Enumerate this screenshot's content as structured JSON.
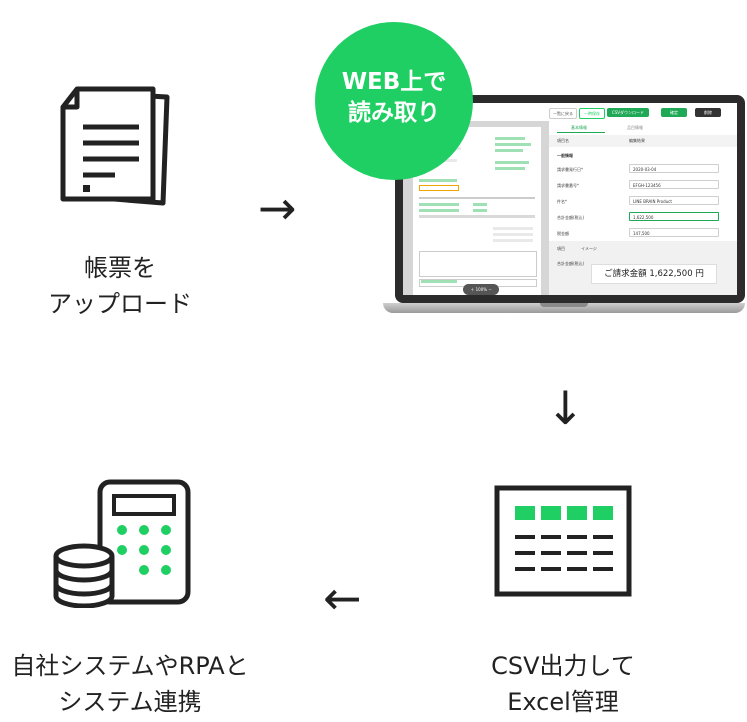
{
  "badge": {
    "line1": "WEB上で",
    "line2": "読み取り"
  },
  "steps": {
    "upload": {
      "line1": "帳票を",
      "line2": "アップロード"
    },
    "csv": {
      "line1": "CSV出力して",
      "line2": "Excel管理"
    },
    "integration": {
      "line1": "自社システムやRPAと",
      "line2": "システム連携"
    }
  },
  "arrows": {
    "right": "→",
    "down": "↓",
    "left": "←"
  },
  "screen": {
    "buttons": [
      "一覧に戻る",
      "一時保存",
      "CSVダウンロード",
      "確定",
      "削除"
    ],
    "tabs": [
      "基本情報",
      "品目情報"
    ],
    "col_item": "項目名",
    "col_value": "編集結果",
    "section": "一般情報",
    "fields": [
      {
        "label": "請求書発行日*",
        "value": "2020-03-04"
      },
      {
        "label": "請求書番号*",
        "value": "EFGH-123456"
      },
      {
        "label": "件名*",
        "value": "LINE BRAIN Product"
      },
      {
        "label": "合計金額(税込)",
        "value": "1,622,500"
      },
      {
        "label": "税金額",
        "value": "147,500"
      }
    ],
    "preview_col1": "項目",
    "preview_col2": "イメージ",
    "preview_row": "合計金額(税込)",
    "result_text": "ご請求金額 1,622,500 円",
    "zoom": "100%"
  },
  "colors": {
    "accent_green": "#1fcf64",
    "dark": "#222222"
  },
  "icons": [
    "documents-icon",
    "laptop-icon",
    "spreadsheet-icon",
    "calculator-database-icon"
  ]
}
